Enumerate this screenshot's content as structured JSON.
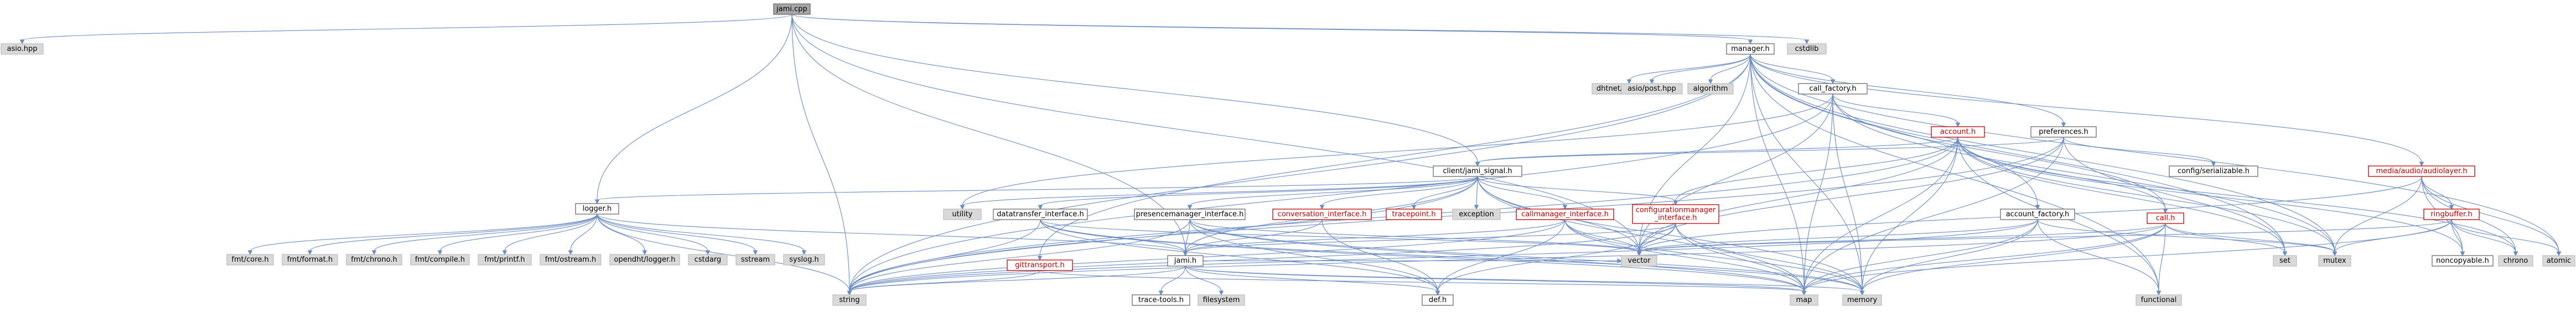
{
  "colors": {
    "root_fill": "#a6a6a6",
    "local_fill": "#ffffff",
    "system_fill": "#d9d9d9",
    "local_stroke": "#6b6b6b",
    "system_stroke": "#bfbfbf",
    "red_stroke": "#c00000",
    "edge": "#6a8cc4",
    "text": "#000000",
    "red_text": "#c00000"
  },
  "nodes": [
    {
      "id": "jami_cpp",
      "label": "jami.cpp",
      "kind": "root",
      "red": false
    },
    {
      "id": "asio_hpp",
      "label": "asio.hpp",
      "kind": "system",
      "red": false
    },
    {
      "id": "manager_h",
      "label": "manager.h",
      "kind": "local",
      "red": false
    },
    {
      "id": "cstdlib",
      "label": "cstdlib",
      "kind": "system",
      "red": false
    },
    {
      "id": "dhtnet_certstore_h",
      "label": "dhtnet/certstore.h",
      "kind": "system",
      "red": false
    },
    {
      "id": "asio_post_hpp",
      "label": "asio/post.hpp",
      "kind": "system",
      "red": false
    },
    {
      "id": "algorithm",
      "label": "algorithm",
      "kind": "system",
      "red": false
    },
    {
      "id": "call_factory_h",
      "label": "call_factory.h",
      "kind": "local",
      "red": false
    },
    {
      "id": "account_h",
      "label": "account.h",
      "kind": "local",
      "red": true
    },
    {
      "id": "preferences_h",
      "label": "preferences.h",
      "kind": "local",
      "red": false
    },
    {
      "id": "client_jami_signal_h",
      "label": "client/jami_signal.h",
      "kind": "local",
      "red": false
    },
    {
      "id": "config_serializable_h",
      "label": "config/serializable.h",
      "kind": "local",
      "red": false
    },
    {
      "id": "media_audio_audiolayer_h",
      "label": "media/audio/audiolayer.h",
      "kind": "local",
      "red": true
    },
    {
      "id": "logger_h",
      "label": "logger.h",
      "kind": "local",
      "red": false
    },
    {
      "id": "utility",
      "label": "utility",
      "kind": "system",
      "red": false
    },
    {
      "id": "datatransfer_interface_h",
      "label": "datatransfer_interface.h",
      "kind": "local",
      "red": false
    },
    {
      "id": "presencemanager_interface_h",
      "label": "presencemanager_interface.h",
      "kind": "local",
      "red": false
    },
    {
      "id": "conversation_interface_h",
      "label": "conversation_interface.h",
      "kind": "local",
      "red": true
    },
    {
      "id": "tracepoint_h",
      "label": "tracepoint.h",
      "kind": "local",
      "red": true
    },
    {
      "id": "exception",
      "label": "exception",
      "kind": "system",
      "red": false
    },
    {
      "id": "callmanager_interface_h",
      "label": "callmanager_interface.h",
      "kind": "local",
      "red": true
    },
    {
      "id": "configurationmanager_interface_h",
      "label": "configurationmanager\n_interface.h",
      "kind": "local",
      "red": true
    },
    {
      "id": "account_factory_h",
      "label": "account_factory.h",
      "kind": "local",
      "red": false
    },
    {
      "id": "call_h",
      "label": "call.h",
      "kind": "local",
      "red": true
    },
    {
      "id": "ringbuffer_h",
      "label": "ringbuffer.h",
      "kind": "local",
      "red": true
    },
    {
      "id": "fmt_core_h",
      "label": "fmt/core.h",
      "kind": "system",
      "red": false
    },
    {
      "id": "fmt_format_h",
      "label": "fmt/format.h",
      "kind": "system",
      "red": false
    },
    {
      "id": "fmt_chrono_h",
      "label": "fmt/chrono.h",
      "kind": "system",
      "red": false
    },
    {
      "id": "fmt_compile_h",
      "label": "fmt/compile.h",
      "kind": "system",
      "red": false
    },
    {
      "id": "fmt_printf_h",
      "label": "fmt/printf.h",
      "kind": "system",
      "red": false
    },
    {
      "id": "fmt_ostream_h",
      "label": "fmt/ostream.h",
      "kind": "system",
      "red": false
    },
    {
      "id": "opendht_logger_h",
      "label": "opendht/logger.h",
      "kind": "system",
      "red": false
    },
    {
      "id": "cstdarg",
      "label": "cstdarg",
      "kind": "system",
      "red": false
    },
    {
      "id": "sstream",
      "label": "sstream",
      "kind": "system",
      "red": false
    },
    {
      "id": "syslog_h",
      "label": "syslog.h",
      "kind": "system",
      "red": false
    },
    {
      "id": "gittransport_h",
      "label": "gittransport.h",
      "kind": "local",
      "red": true
    },
    {
      "id": "jami_h",
      "label": "jami.h",
      "kind": "local",
      "red": false
    },
    {
      "id": "vector",
      "label": "vector",
      "kind": "system",
      "red": false
    },
    {
      "id": "set",
      "label": "set",
      "kind": "system",
      "red": false
    },
    {
      "id": "mutex",
      "label": "mutex",
      "kind": "system",
      "red": false
    },
    {
      "id": "noncopyable_h",
      "label": "noncopyable.h",
      "kind": "local",
      "red": false
    },
    {
      "id": "chrono",
      "label": "chrono",
      "kind": "system",
      "red": false
    },
    {
      "id": "atomic",
      "label": "atomic",
      "kind": "system",
      "red": false
    },
    {
      "id": "string",
      "label": "string",
      "kind": "system",
      "red": false
    },
    {
      "id": "trace_tools_h",
      "label": "trace-tools.h",
      "kind": "local",
      "red": false
    },
    {
      "id": "filesystem",
      "label": "filesystem",
      "kind": "system",
      "red": false
    },
    {
      "id": "def_h",
      "label": "def.h",
      "kind": "local",
      "red": false
    },
    {
      "id": "map",
      "label": "map",
      "kind": "system",
      "red": false
    },
    {
      "id": "memory",
      "label": "memory",
      "kind": "system",
      "red": false
    },
    {
      "id": "functional",
      "label": "functional",
      "kind": "system",
      "red": false
    }
  ],
  "edges": [
    [
      "jami_cpp",
      "asio_hpp"
    ],
    [
      "jami_cpp",
      "manager_h"
    ],
    [
      "jami_cpp",
      "cstdlib"
    ],
    [
      "jami_cpp",
      "client_jami_signal_h"
    ],
    [
      "jami_cpp",
      "logger_h"
    ],
    [
      "jami_cpp",
      "jami_h"
    ],
    [
      "jami_cpp",
      "string"
    ],
    [
      "jami_cpp",
      "vector"
    ],
    [
      "manager_h",
      "dhtnet_certstore_h"
    ],
    [
      "manager_h",
      "asio_post_hpp"
    ],
    [
      "manager_h",
      "algorithm"
    ],
    [
      "manager_h",
      "call_factory_h"
    ],
    [
      "manager_h",
      "preferences_h"
    ],
    [
      "manager_h",
      "account_factory_h"
    ],
    [
      "manager_h",
      "media_audio_audiolayer_h"
    ],
    [
      "manager_h",
      "gittransport_h"
    ],
    [
      "manager_h",
      "atomic"
    ],
    [
      "manager_h",
      "functional"
    ],
    [
      "manager_h",
      "map"
    ],
    [
      "manager_h",
      "memory"
    ],
    [
      "manager_h",
      "vector"
    ],
    [
      "manager_h",
      "string"
    ],
    [
      "manager_h",
      "set"
    ],
    [
      "manager_h",
      "mutex"
    ],
    [
      "call_factory_h",
      "account_h"
    ],
    [
      "call_factory_h",
      "call_h"
    ],
    [
      "call_factory_h",
      "map"
    ],
    [
      "call_factory_h",
      "memory"
    ],
    [
      "call_factory_h",
      "vector"
    ],
    [
      "call_factory_h",
      "string"
    ],
    [
      "call_factory_h",
      "utility"
    ],
    [
      "call_factory_h",
      "mutex"
    ],
    [
      "account_h",
      "client_jami_signal_h"
    ],
    [
      "account_h",
      "configurationmanager_interface_h"
    ],
    [
      "account_h",
      "noncopyable_h"
    ],
    [
      "account_h",
      "functional"
    ],
    [
      "account_h",
      "mutex"
    ],
    [
      "account_h",
      "chrono"
    ],
    [
      "account_h",
      "vector"
    ],
    [
      "account_h",
      "set"
    ],
    [
      "account_h",
      "map"
    ],
    [
      "account_h",
      "memory"
    ],
    [
      "account_h",
      "string"
    ],
    [
      "account_h",
      "call_h"
    ],
    [
      "preferences_h",
      "config_serializable_h"
    ],
    [
      "preferences_h",
      "client_jami_signal_h"
    ],
    [
      "preferences_h",
      "string"
    ],
    [
      "preferences_h",
      "map"
    ],
    [
      "preferences_h",
      "set"
    ],
    [
      "preferences_h",
      "vector"
    ],
    [
      "client_jami_signal_h",
      "logger_h"
    ],
    [
      "client_jami_signal_h",
      "datatransfer_interface_h"
    ],
    [
      "client_jami_signal_h",
      "presencemanager_interface_h"
    ],
    [
      "client_jami_signal_h",
      "conversation_interface_h"
    ],
    [
      "client_jami_signal_h",
      "tracepoint_h"
    ],
    [
      "client_jami_signal_h",
      "exception"
    ],
    [
      "client_jami_signal_h",
      "callmanager_interface_h"
    ],
    [
      "client_jami_signal_h",
      "configurationmanager_interface_h"
    ],
    [
      "client_jami_signal_h",
      "jami_h"
    ],
    [
      "client_jami_signal_h",
      "utility"
    ],
    [
      "client_jami_signal_h",
      "string"
    ],
    [
      "client_jami_signal_h",
      "map"
    ],
    [
      "client_jami_signal_h",
      "memory"
    ],
    [
      "client_jami_signal_h",
      "vector"
    ],
    [
      "media_audio_audiolayer_h",
      "ringbuffer_h"
    ],
    [
      "media_audio_audiolayer_h",
      "noncopyable_h"
    ],
    [
      "media_audio_audiolayer_h",
      "chrono"
    ],
    [
      "media_audio_audiolayer_h",
      "atomic"
    ],
    [
      "media_audio_audiolayer_h",
      "mutex"
    ],
    [
      "media_audio_audiolayer_h",
      "vector"
    ],
    [
      "logger_h",
      "fmt_core_h"
    ],
    [
      "logger_h",
      "fmt_format_h"
    ],
    [
      "logger_h",
      "fmt_chrono_h"
    ],
    [
      "logger_h",
      "fmt_compile_h"
    ],
    [
      "logger_h",
      "fmt_printf_h"
    ],
    [
      "logger_h",
      "fmt_ostream_h"
    ],
    [
      "logger_h",
      "opendht_logger_h"
    ],
    [
      "logger_h",
      "cstdarg"
    ],
    [
      "logger_h",
      "sstream"
    ],
    [
      "logger_h",
      "syslog_h"
    ],
    [
      "logger_h",
      "string"
    ],
    [
      "logger_h",
      "jami_h"
    ],
    [
      "datatransfer_interface_h",
      "jami_h"
    ],
    [
      "datatransfer_interface_h",
      "def_h"
    ],
    [
      "datatransfer_interface_h",
      "string"
    ],
    [
      "datatransfer_interface_h",
      "map"
    ],
    [
      "datatransfer_interface_h",
      "memory"
    ],
    [
      "datatransfer_interface_h",
      "vector"
    ],
    [
      "presencemanager_interface_h",
      "jami_h"
    ],
    [
      "presencemanager_interface_h",
      "def_h"
    ],
    [
      "presencemanager_interface_h",
      "string"
    ],
    [
      "presencemanager_interface_h",
      "map"
    ],
    [
      "presencemanager_interface_h",
      "memory"
    ],
    [
      "presencemanager_interface_h",
      "vector"
    ],
    [
      "conversation_interface_h",
      "jami_h"
    ],
    [
      "conversation_interface_h",
      "def_h"
    ],
    [
      "callmanager_interface_h",
      "jami_h"
    ],
    [
      "callmanager_interface_h",
      "def_h"
    ],
    [
      "callmanager_interface_h",
      "map"
    ],
    [
      "callmanager_interface_h",
      "memory"
    ],
    [
      "callmanager_interface_h",
      "vector"
    ],
    [
      "callmanager_interface_h",
      "string"
    ],
    [
      "configurationmanager_interface_h",
      "jami_h"
    ],
    [
      "configurationmanager_interface_h",
      "def_h"
    ],
    [
      "configurationmanager_interface_h",
      "vector"
    ],
    [
      "configurationmanager_interface_h",
      "map"
    ],
    [
      "configurationmanager_interface_h",
      "memory"
    ],
    [
      "configurationmanager_interface_h",
      "string"
    ],
    [
      "account_factory_h",
      "vector"
    ],
    [
      "account_factory_h",
      "map"
    ],
    [
      "account_factory_h",
      "memory"
    ],
    [
      "account_factory_h",
      "mutex"
    ],
    [
      "account_factory_h",
      "functional"
    ],
    [
      "account_factory_h",
      "string"
    ],
    [
      "call_h",
      "vector"
    ],
    [
      "call_h",
      "set"
    ],
    [
      "call_h",
      "mutex"
    ],
    [
      "call_h",
      "map"
    ],
    [
      "call_h",
      "memory"
    ],
    [
      "call_h",
      "functional"
    ],
    [
      "call_h",
      "string"
    ],
    [
      "ringbuffer_h",
      "noncopyable_h"
    ],
    [
      "ringbuffer_h",
      "chrono"
    ],
    [
      "ringbuffer_h",
      "atomic"
    ],
    [
      "ringbuffer_h",
      "mutex"
    ],
    [
      "ringbuffer_h",
      "map"
    ],
    [
      "ringbuffer_h",
      "vector"
    ],
    [
      "gittransport_h",
      "string"
    ],
    [
      "gittransport_h",
      "map"
    ],
    [
      "jami_h",
      "trace_tools_h"
    ],
    [
      "jami_h",
      "filesystem"
    ],
    [
      "jami_h",
      "def_h"
    ],
    [
      "jami_h",
      "string"
    ],
    [
      "jami_h",
      "map"
    ],
    [
      "jami_h",
      "memory"
    ],
    [
      "jami_h",
      "vector"
    ]
  ]
}
